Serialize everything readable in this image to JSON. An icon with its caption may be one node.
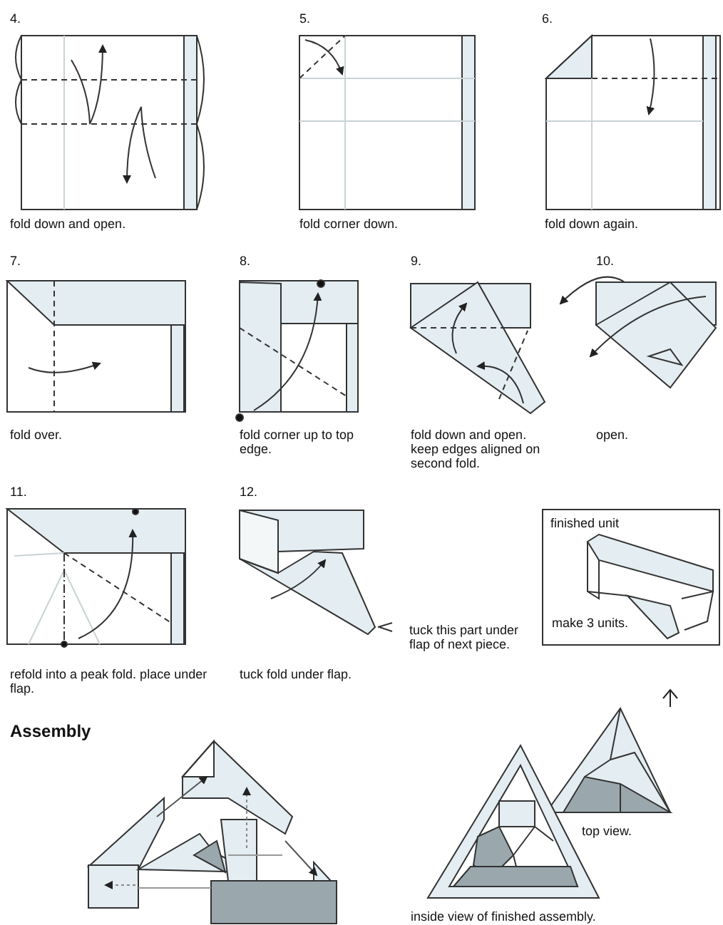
{
  "diagram": {
    "nodes": [
      {
        "text": [
          "finished unit",
          "make 3 units."
        ]
      }
    ],
    "labels": [
      "4.",
      "5.",
      "6.",
      "fold down and open.",
      "fold corner down.",
      "fold down again.",
      "7.",
      "8.",
      "9.",
      "10.",
      "fold over.",
      "fold corner up to top edge.",
      "fold down and open. keep edges aligned on second fold.",
      "open.",
      "11.",
      "12.",
      "refold into a peak fold. place under flap.",
      "tuck fold under flap.",
      "tuck this part under flap of next piece.",
      "Assembly",
      "top view.",
      "inside view of finished assembly."
    ]
  }
}
